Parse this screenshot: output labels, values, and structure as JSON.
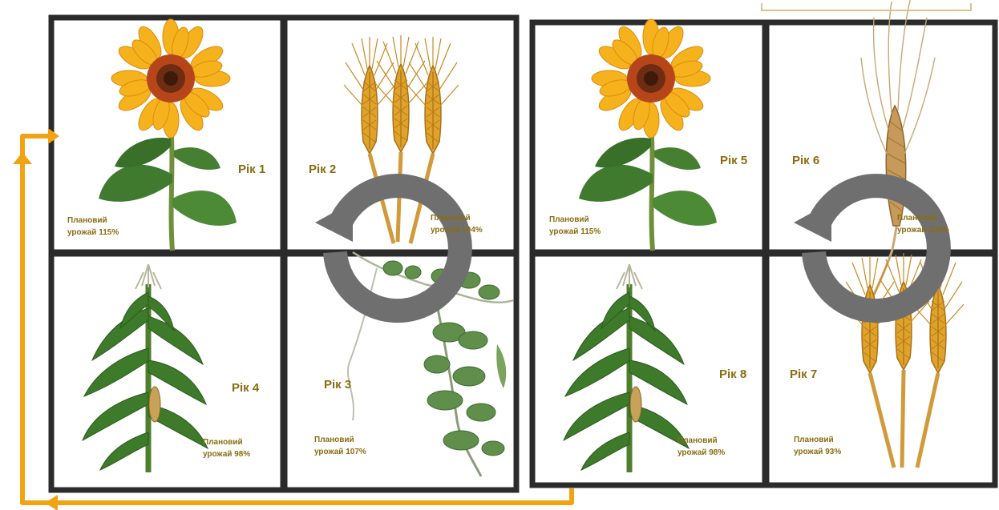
{
  "colors": {
    "frame": "#2b2b2b",
    "cycle_arrow": "#6f6f6f",
    "link_arrow": "#f2a312",
    "label": "#8a6d10",
    "wheat": "#d99a23",
    "leaf": "#3e7a2e",
    "sunflower": "#f4a81b"
  },
  "cycles": [
    {
      "cells": [
        {
          "crop": "sunflower-illustration",
          "year": "Рік 1",
          "yield_line1": "Плановий",
          "yield_line2": "урожай 115%"
        },
        {
          "crop": "wheat-illustration",
          "year": "Рік 2",
          "yield_line1": "Плановий",
          "yield_line2": "урожай 104%"
        },
        {
          "crop": "pea-illustration",
          "year": "Рік 3",
          "yield_line1": "Плановий",
          "yield_line2": "урожай 107%"
        },
        {
          "crop": "corn-illustration",
          "year": "Рік 4",
          "yield_line1": "Плановий",
          "yield_line2": "урожай 98%"
        }
      ]
    },
    {
      "cells": [
        {
          "crop": "sunflower-illustration",
          "year": "Рік 5",
          "yield_line1": "Плановий",
          "yield_line2": "урожай 115%"
        },
        {
          "crop": "barley-illustration",
          "year": "Рік 6",
          "yield_line1": "Плановий",
          "yield_line2": "урожай 106%"
        },
        {
          "crop": "wheat-illustration",
          "year": "Рік 7",
          "yield_line1": "Плановий",
          "yield_line2": "урожай 93%"
        },
        {
          "crop": "corn-illustration",
          "year": "Рік 8",
          "yield_line1": "Плановий",
          "yield_line2": "урожай 98%"
        }
      ]
    }
  ]
}
